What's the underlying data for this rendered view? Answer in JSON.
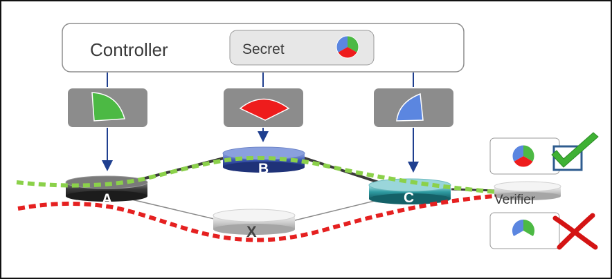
{
  "controller": {
    "label": "Controller"
  },
  "secret": {
    "label": "Secret",
    "pie": [
      "green",
      "red",
      "blue"
    ]
  },
  "shares": [
    {
      "name": "share-green",
      "color": "#4cb944",
      "target": "A"
    },
    {
      "name": "share-red",
      "color": "#ee1c1c",
      "target": "B"
    },
    {
      "name": "share-blue",
      "color": "#5b86e0",
      "target": "C"
    }
  ],
  "nodes": [
    {
      "id": "A",
      "label": "A",
      "style": "dark"
    },
    {
      "id": "B",
      "label": "B",
      "style": "blue"
    },
    {
      "id": "C",
      "label": "C",
      "style": "teal"
    },
    {
      "id": "X",
      "label": "X",
      "style": "grey"
    },
    {
      "id": "V",
      "label": "Verifier",
      "style": "grey"
    }
  ],
  "paths": [
    {
      "name": "valid-path",
      "color": "#8bd14a",
      "via": [
        "A",
        "B",
        "C",
        "Verifier"
      ]
    },
    {
      "name": "invalid-path",
      "color": "#e52020",
      "via": [
        "A",
        "X",
        "C",
        "Verifier"
      ]
    }
  ],
  "results": [
    {
      "name": "success",
      "pie": "complete",
      "mark": "check"
    },
    {
      "name": "failure",
      "pie": "incomplete",
      "mark": "cross"
    }
  ],
  "colors": {
    "green": "#4cb944",
    "red": "#ee1c1c",
    "blue": "#5b86e0",
    "box": "#8c8c8c"
  }
}
